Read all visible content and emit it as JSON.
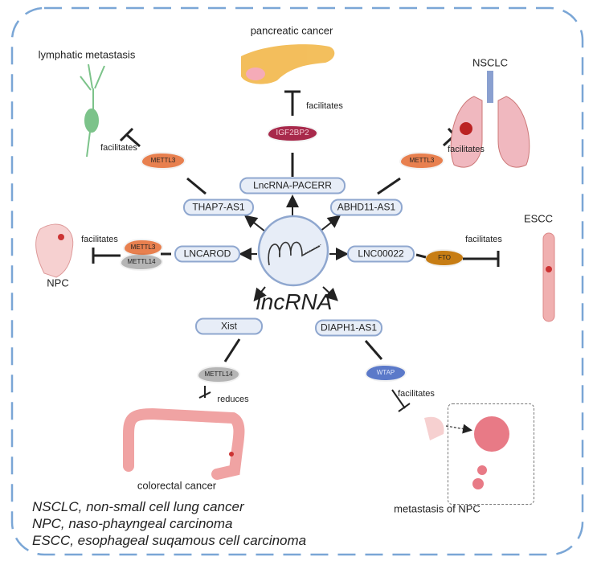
{
  "center": {
    "label": "lncRNA",
    "icon": "rna-hairpin-icon"
  },
  "lncrnas": {
    "pacerr": "LncRNA-PACERR",
    "thap7": "THAP7-AS1",
    "abhd11": "ABHD11-AS1",
    "lncarod": "LNCAROD",
    "lnc00022": "LNC00022",
    "xist": "Xist",
    "diaph1": "DIAPH1-AS1"
  },
  "proteins": {
    "igf2bp2": "IGF2BP2",
    "mettl3_left": "METTL3",
    "mettl3_right": "METTL3",
    "mettl3_npc": "METTL3",
    "mettl14_npc": "METTL14",
    "fto": "FTO",
    "mettl14_xist": "METTL14",
    "wtap": "WTAP"
  },
  "effects": {
    "pancreatic": "facilitates",
    "lymphatic": "facilitates",
    "nsclc": "facilitates",
    "npc": "facilitates",
    "escc": "facilitates",
    "colorectal": "reduces",
    "metastasis": "facilitates"
  },
  "diseases": {
    "pancreatic": "pancreatic cancer",
    "lymphatic": "lymphatic metastasis",
    "nsclc": "NSCLC",
    "escc": "ESCC",
    "npc": "NPC",
    "colorectal": "colorectal cancer",
    "metastasis": "metastasis of NPC"
  },
  "legend": [
    "NSCLC, non-small cell lung cancer",
    "NPC, naso-phayngeal carcinoma",
    "ESCC, esophageal suqamous cell carcinoma"
  ],
  "colors": {
    "frame": "#7aa6d6",
    "pill_border": "#8fa7cf",
    "igf2bp2": "#a8294b",
    "mettl3": "#e8804f",
    "mettl14": "#b5b5b5",
    "fto": "#c77d14",
    "wtap": "#5b79c9"
  }
}
